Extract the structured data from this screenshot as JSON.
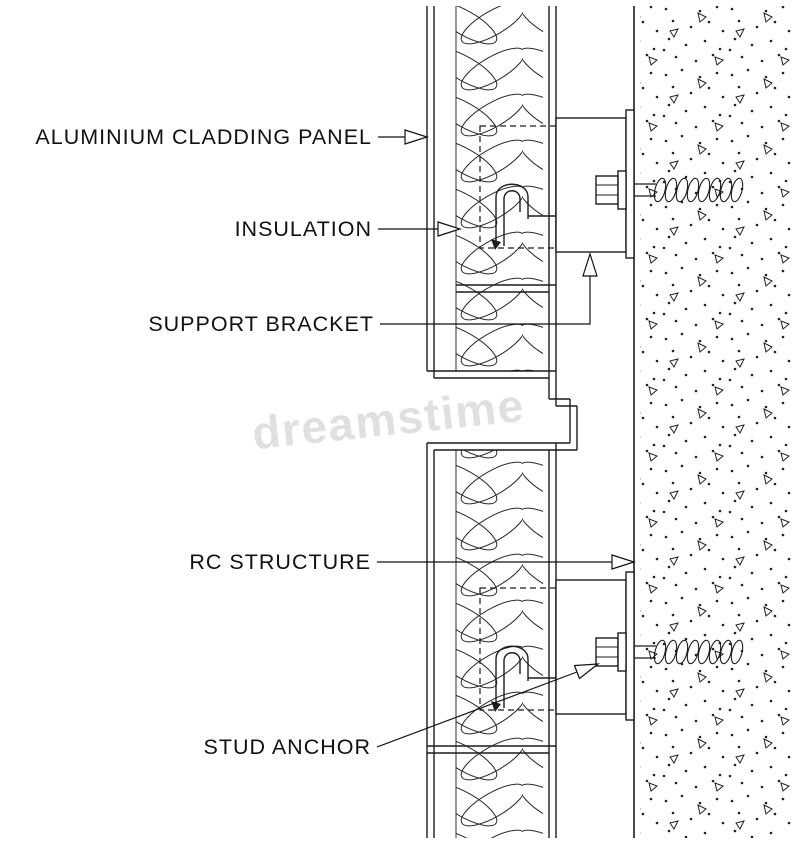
{
  "labels": {
    "cladding_panel": "ALUMINIUM CLADDING PANEL",
    "insulation": "INSULATION",
    "support_bracket": "SUPPORT BRACKET",
    "rc_structure": "RC STRUCTURE",
    "stud_anchor": "STUD ANCHOR"
  },
  "watermark": {
    "text": "dreamstime"
  },
  "colors": {
    "line": "#1c1c1c",
    "background": "#ffffff",
    "watermark": "#c7c7c7"
  }
}
